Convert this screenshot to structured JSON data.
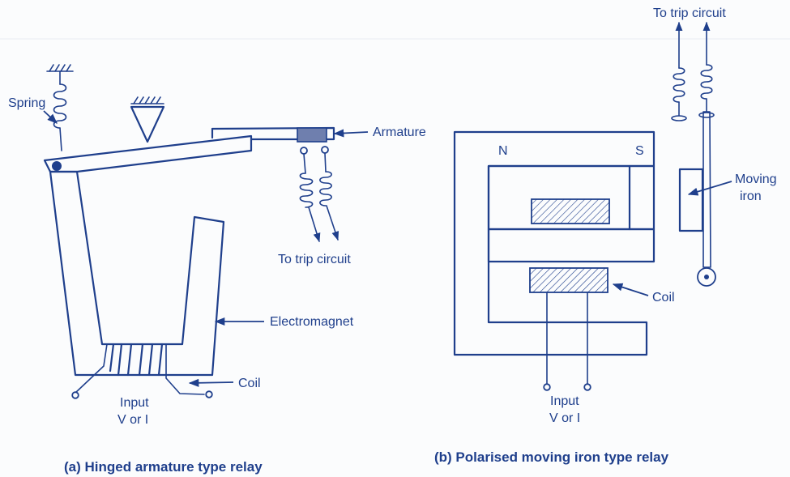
{
  "fig_a": {
    "spring_label": "Spring",
    "armature_label": "Armature",
    "trip_label": "To trip circuit",
    "electromagnet_label": "Electromagnet",
    "coil_label": "Coil",
    "input_line1": "Input",
    "input_line2": "V or I",
    "caption": "(a) Hinged armature type relay"
  },
  "fig_b": {
    "trip_label": "To trip circuit",
    "pole_n": "N",
    "pole_s": "S",
    "moving_iron_line1": "Moving",
    "moving_iron_line2": "iron",
    "coil_label": "Coil",
    "input_line1": "Input",
    "input_line2": "V or I",
    "caption": "(b) Polarised moving iron type relay"
  },
  "colors": {
    "ink": "#1f3f8c",
    "coil_fill": "#6f7fae",
    "paper": "#fbfcfd"
  }
}
